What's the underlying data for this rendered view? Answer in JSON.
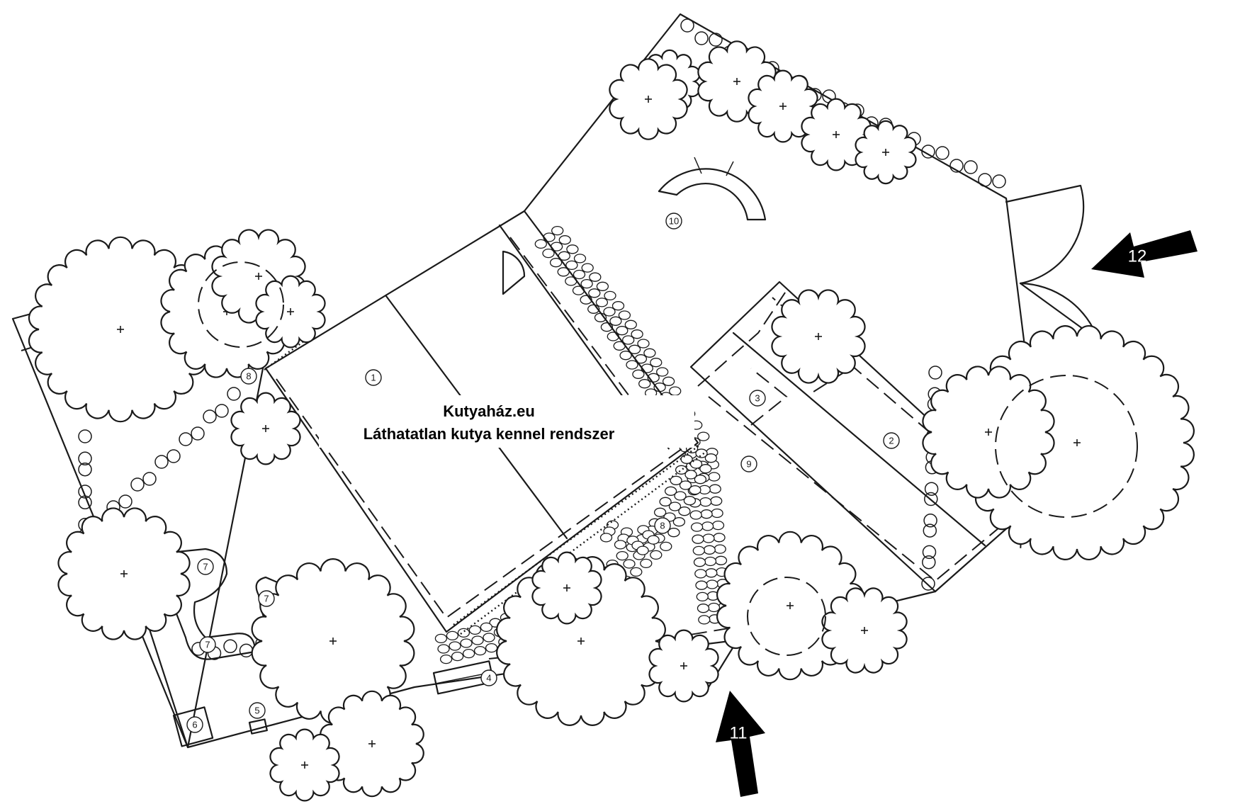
{
  "title": {
    "line1": "Kutyaház.eu",
    "line2": "Láthatatlan kutya kennel rendszer"
  },
  "markers": [
    {
      "label": "1"
    },
    {
      "label": "2"
    },
    {
      "label": "3"
    },
    {
      "label": "4"
    },
    {
      "label": "5"
    },
    {
      "label": "6"
    },
    {
      "label": "7"
    },
    {
      "label": "7"
    },
    {
      "label": "7"
    },
    {
      "label": "8"
    },
    {
      "label": "8"
    },
    {
      "label": "9"
    },
    {
      "label": "10"
    }
  ],
  "arrows": [
    {
      "label": "11"
    },
    {
      "label": "12"
    }
  ],
  "colors": {
    "ink": "#1a1a1a",
    "paper": "#ffffff"
  }
}
